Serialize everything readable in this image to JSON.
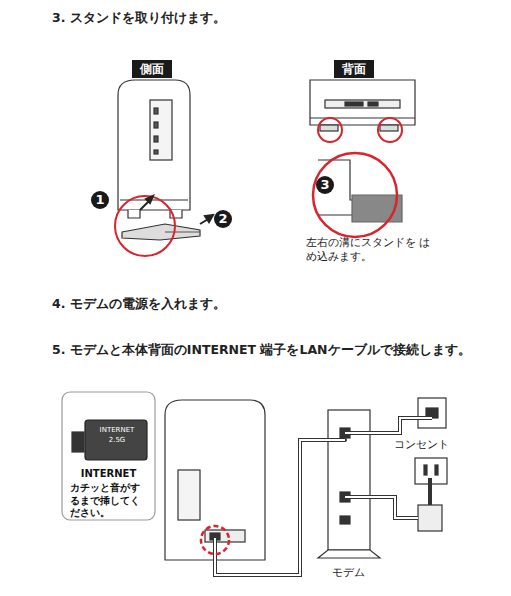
{
  "diagram": {
    "nodes": [
      {
        "text": [
          "側面"
        ]
      },
      {
        "text": [
          "背面"
        ]
      },
      {
        "text": [
          "INTERNET",
          "2.5G",
          "INTERNET",
          "カチッと音がす るまで挿してく ださい。"
        ]
      }
    ],
    "labels": [
      "3. スタンドを取り付けます。",
      "1",
      "2",
      "3",
      "左右の溝にスタンドを はめ込みます。",
      "4. モデムの電源を入れます。",
      "5. モデムと本体背面のINTERNET 端子をLANケーブルで接続します。",
      "コンセント",
      "モデム"
    ]
  }
}
